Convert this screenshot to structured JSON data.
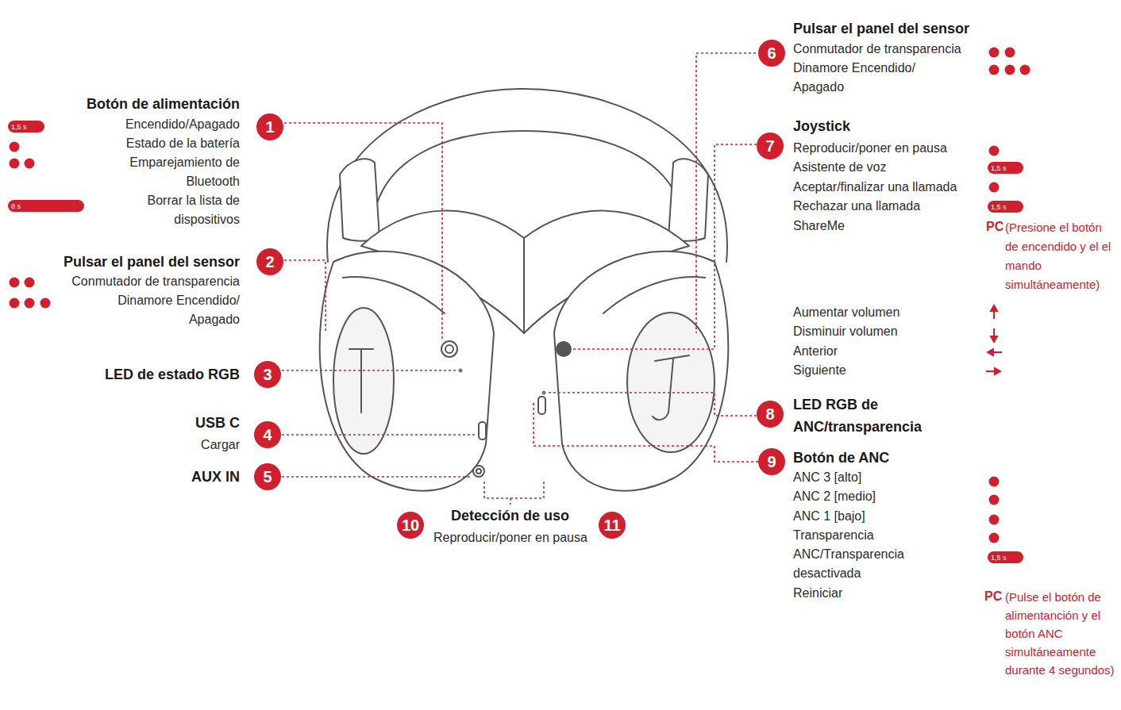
{
  "diagram": {
    "nodes": [
      {
        "text": [
          "1"
        ]
      },
      {
        "text": [
          "1,5 s"
        ]
      },
      {
        "text": [
          "8 s"
        ]
      },
      {
        "text": [
          "2"
        ]
      },
      {
        "text": [
          "3"
        ]
      },
      {
        "text": [
          "4"
        ]
      },
      {
        "text": [
          "5"
        ]
      },
      {
        "text": [
          "10"
        ]
      },
      {
        "text": [
          "11"
        ]
      },
      {
        "text": [
          "6"
        ]
      },
      {
        "text": [
          "7"
        ]
      },
      {
        "text": [
          "1,5 s"
        ]
      },
      {
        "text": [
          "1,5 s"
        ]
      },
      {
        "text": [
          "8"
        ]
      },
      {
        "text": [
          "9"
        ]
      },
      {
        "text": [
          "1,5 s"
        ]
      }
    ],
    "labels": [
      "Botón de alimentación",
      "Encendido/Apagado",
      "Estado de la batería",
      "Emparejamiento de Bluetooth",
      "Borrar la lista de dispositivos",
      "Pulsar el panel del sensor",
      "Conmutador de transparencia",
      "Dinamore Encendido/ Apagado",
      "LED de estado RGB",
      "USB C",
      "Cargar",
      "AUX IN",
      "Detección de uso",
      "Reproducir/poner en pausa",
      "Pulsar el panel del sensor",
      "Conmutador de transparencia",
      "Dinamore Encendido/ Apagado",
      "Joystick",
      "Reproducir/poner en pausa",
      "Asistente de voz",
      "Aceptar/finalizar una llamada",
      "Rechazar una llamada",
      "ShareMe",
      "PC",
      "(Presione el botón de encendido y el el mando simultáneamente)",
      "Aumentar volumen",
      "Disminuir volumen",
      "Anterior",
      "Siguiente",
      "LED RGB de ANC/transparencia",
      "Botón de ANC",
      "ANC 3 [alto]",
      "ANC 2 [medio]",
      "ANC 1 [bajo]",
      "Transparencia",
      "ANC/Transparencia desactivada",
      "Reiniciar",
      "PC",
      "(Pulse el botón de alimentanción y el botón ANC simultáneamente durante 4 segundos)"
    ]
  }
}
